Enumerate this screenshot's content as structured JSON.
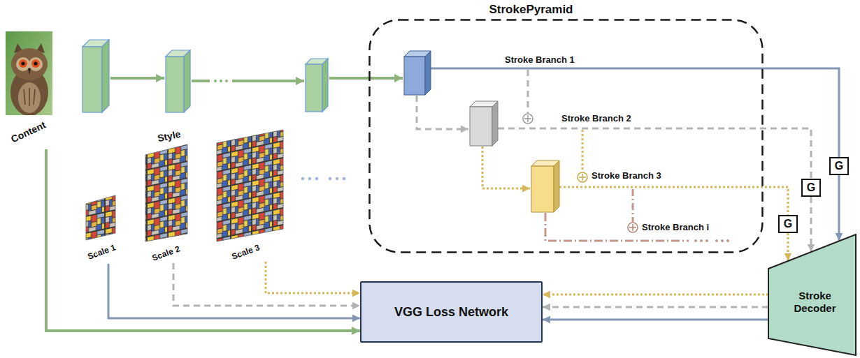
{
  "diagram": {
    "nodes": [
      {
        "text": [
          "Content"
        ]
      },
      {
        "text": [
          "StrokePyramid"
        ]
      },
      {
        "text": [
          "G"
        ]
      },
      {
        "text": [
          "G"
        ]
      },
      {
        "text": [
          "G"
        ]
      },
      {
        "text": [
          "Scale 1"
        ]
      },
      {
        "text": [
          "Scale 2"
        ]
      },
      {
        "text": [
          "Scale 3"
        ]
      },
      {
        "text": [
          "VGG Loss Network"
        ]
      },
      {
        "text": [
          "Stroke Decoder"
        ]
      }
    ],
    "edges": [
      {
        "from": 0,
        "to": 8,
        "arrow": "to"
      },
      {
        "from": 5,
        "to": 8,
        "arrow": "to"
      },
      {
        "from": 6,
        "to": 8,
        "arrow": "to"
      },
      {
        "from": 7,
        "to": 8,
        "arrow": "to"
      },
      {
        "from": 9,
        "to": 8,
        "arrow": "to"
      },
      {
        "from": 9,
        "to": 8,
        "arrow": "to"
      },
      {
        "from": 9,
        "to": 8,
        "arrow": "to"
      },
      {
        "from": 2,
        "to": 9,
        "arrow": "to"
      },
      {
        "from": 3,
        "to": 9,
        "arrow": "to"
      },
      {
        "from": 4,
        "to": 9,
        "arrow": "to"
      }
    ],
    "labels": [
      "Stroke Branch 1",
      "Stroke Branch 2",
      "Style",
      "Stroke Branch 3",
      "Stroke Branch i"
    ]
  }
}
